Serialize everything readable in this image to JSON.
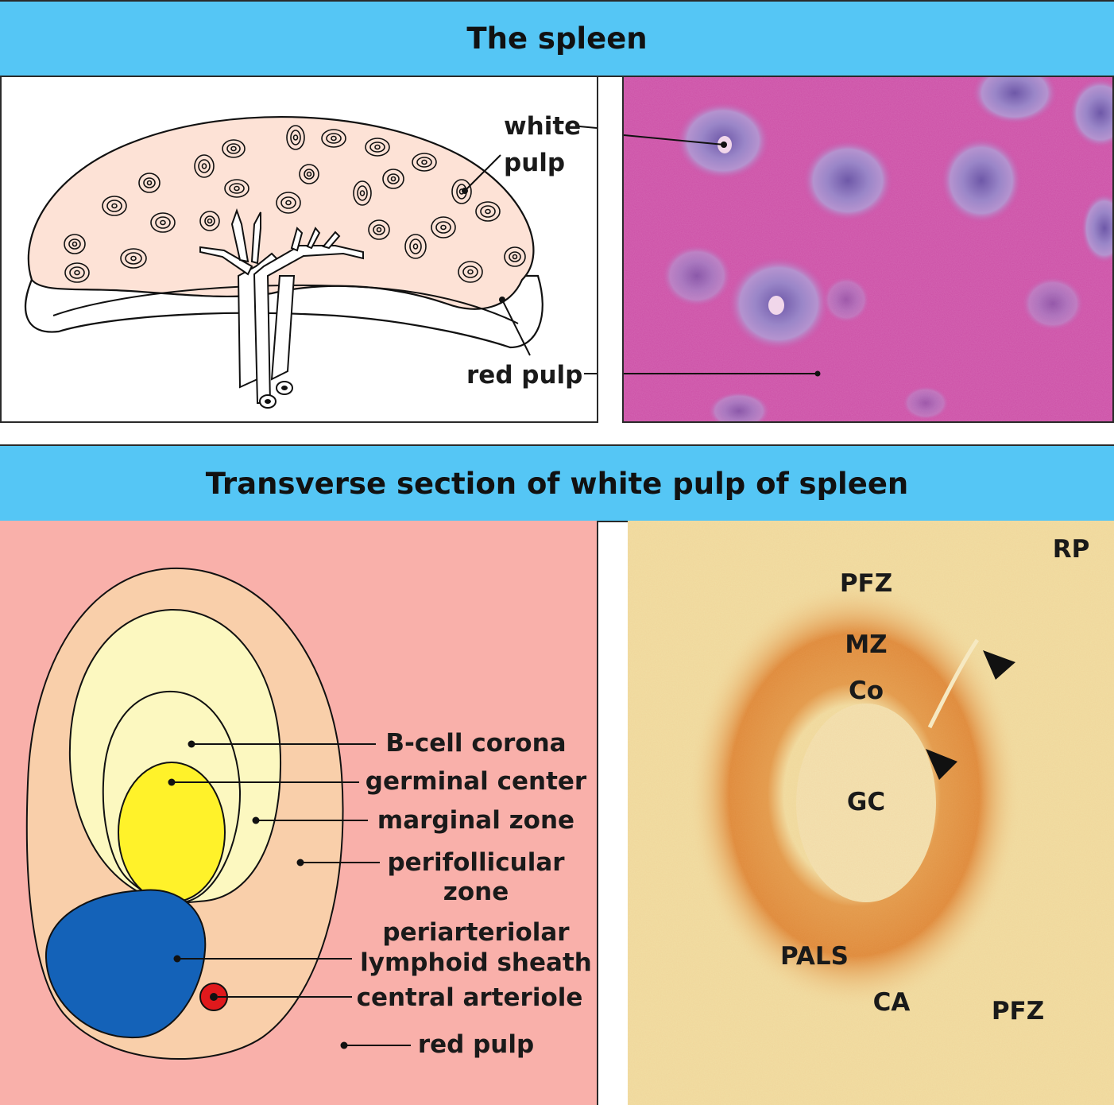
{
  "titles": {
    "top": "The spleen",
    "bottom": "Transverse section of white pulp of spleen"
  },
  "spleen_labels": {
    "white_line1": "white",
    "white_line2": "pulp",
    "red_pulp": "red pulp"
  },
  "section_labels": {
    "b_cell_corona": "B-cell corona",
    "germinal_center": "germinal center",
    "marginal_zone": "marginal zone",
    "perifollicular_line1": "perifollicular",
    "perifollicular_line2": "zone",
    "pals_line1": "periarteriolar",
    "pals_line2": "lymphoid sheath",
    "central_arteriole": "central arteriole",
    "red_pulp": "red pulp"
  },
  "micrograph_labels": {
    "rp": "RP",
    "pfz_top": "PFZ",
    "mz": "MZ",
    "co": "Co",
    "gc": "GC",
    "pals": "PALS",
    "ca": "CA",
    "pfz_bottom": "PFZ"
  },
  "colors": {
    "banner": "#55c6f5",
    "spleen_fill": "#fde2d6",
    "he_stain": "#cc4fa6",
    "follicle": "#9c83c8",
    "red_pulp_bg": "#f9b0aa",
    "perifollicular": "#f9cfaa",
    "marginal_zone": "#fcf8c0",
    "germinal_center": "#fff22a",
    "pals": "#1462b8",
    "arteriole": "#e0191c",
    "micrograph_bg": "#f1dfa4",
    "corona_stain": "#df8a3a"
  }
}
